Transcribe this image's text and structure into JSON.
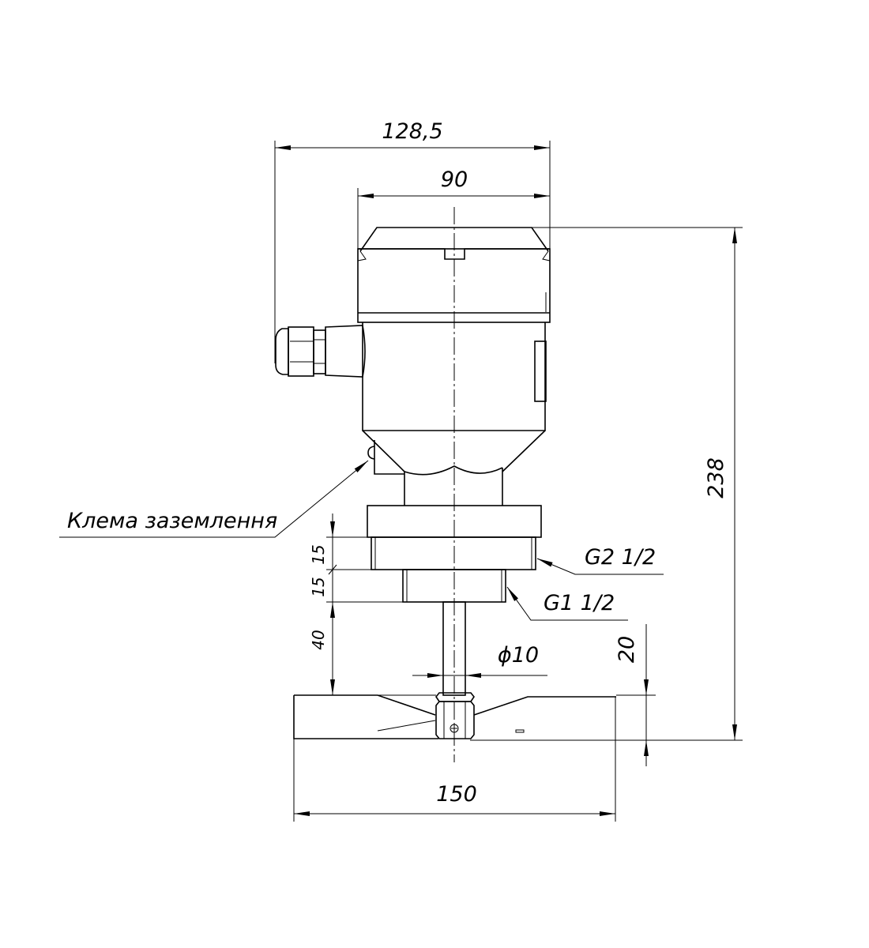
{
  "drawing": {
    "title": "Level switch overall dimensions",
    "dimensions": {
      "overall_width": "128,5",
      "housing_width": "90",
      "overall_height": "238",
      "thread_g2_height": "15",
      "thread_g1_height": "15",
      "rod_length": "40",
      "paddle_height": "20",
      "rod_diameter": "ϕ10",
      "paddle_width": "150"
    },
    "callouts": {
      "thread_large": "G2 1/2",
      "thread_small": "G1 1/2",
      "ground_terminal": "Клема заземлення"
    }
  }
}
